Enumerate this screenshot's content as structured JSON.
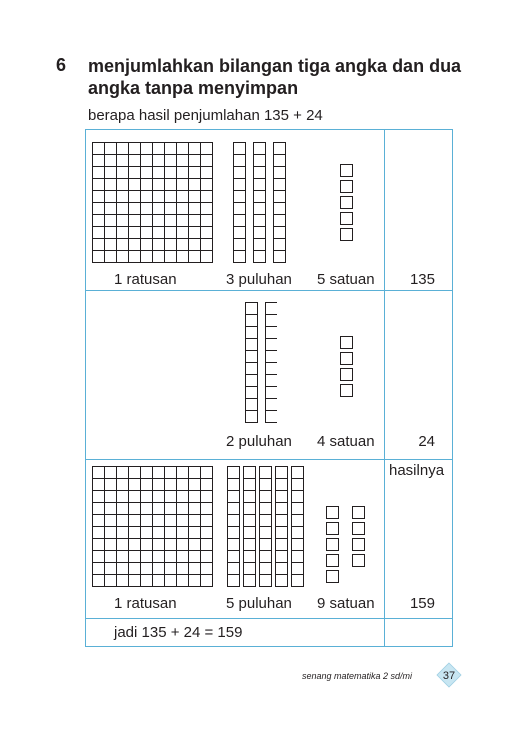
{
  "section": {
    "number": "6",
    "title_line1": "menjumlahkan bilangan tiga angka dan dua",
    "title_line2": "angka tanpa menyimpan",
    "question": "berapa hasil penjumlahan 135  +  24"
  },
  "rows": [
    {
      "hundreds_label": "1 ratusan",
      "tens_label": "3 puluhan",
      "ones_label": "5 satuan",
      "result": "135",
      "hundreds": 1,
      "tens": 3,
      "ones": 5
    },
    {
      "tens_label": "2 puluhan",
      "ones_label": "4 satuan",
      "result": "24",
      "tens": 2,
      "ones": 4
    },
    {
      "result_heading": "hasilnya",
      "hundreds_label": "1 ratusan",
      "tens_label": "5 puluhan",
      "ones_label": "9 satuan",
      "result": "159",
      "hundreds": 1,
      "tens": 5,
      "ones": 9
    }
  ],
  "conclusion": "jadi 135 + 24 = 159",
  "footer": {
    "book": "senang matematika 2 sd/mi",
    "page": "37"
  },
  "colors": {
    "table_border": "#5ab0d6",
    "badge": "#c8e6f2"
  }
}
